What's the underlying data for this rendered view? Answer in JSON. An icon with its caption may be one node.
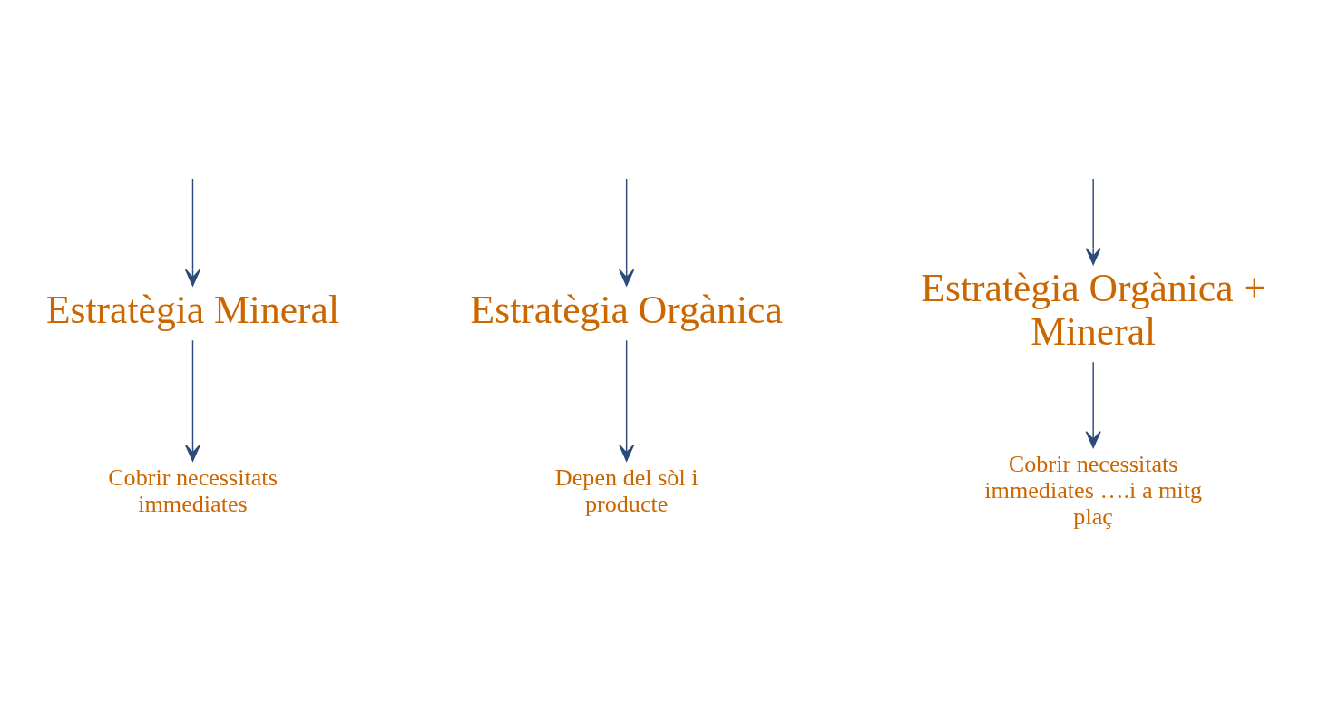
{
  "diagram": {
    "nodes": [
      {
        "text": [
          "Estratègia Mineral"
        ]
      },
      {
        "text": [
          "Estratègia Orgànica"
        ]
      },
      {
        "text": [
          "Estratègia Orgànica + Mineral"
        ]
      },
      {
        "text": [
          "Cobrir necessitats immediates"
        ]
      },
      {
        "text": [
          "Depen del sòl i producte"
        ]
      },
      {
        "text": [
          "Cobrir necessitats immediates ….i a mitg plaç"
        ]
      }
    ],
    "edges": [
      {
        "from": null,
        "to": 0,
        "arrow": "to"
      },
      {
        "from": null,
        "to": 1,
        "arrow": "to"
      },
      {
        "from": null,
        "to": 2,
        "arrow": "to"
      },
      {
        "from": 0,
        "to": 3,
        "arrow": "to"
      },
      {
        "from": 1,
        "to": 4,
        "arrow": "to"
      },
      {
        "from": 2,
        "to": 5,
        "arrow": "to"
      }
    ]
  }
}
